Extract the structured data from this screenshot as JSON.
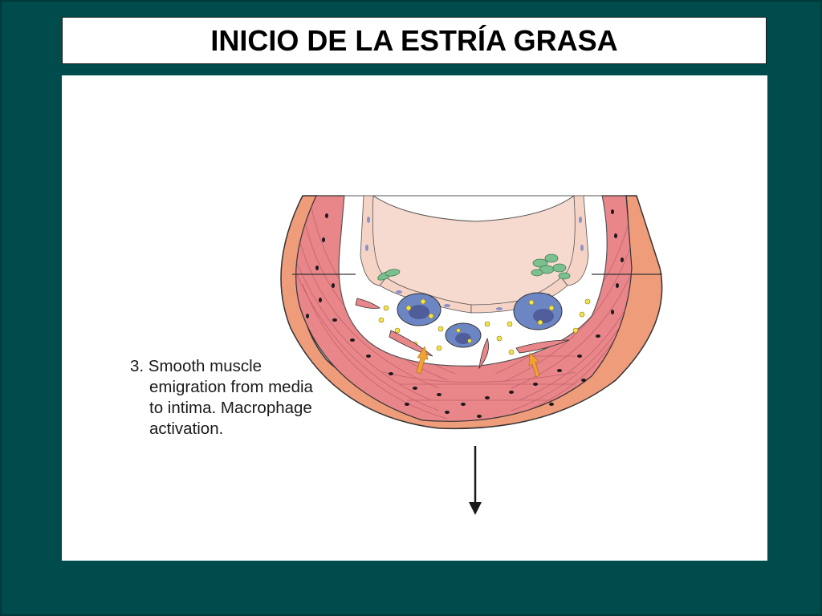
{
  "slide": {
    "title": "INICIO DE LA ESTRÍA GRASA",
    "background_color": "#004b4b"
  },
  "diagram": {
    "caption_lines": [
      "3. Smooth muscle",
      "emigration from media",
      "to intima.  Macrophage",
      "activation."
    ],
    "colors": {
      "adventitia": "#ef9c7a",
      "media": "#e8868a",
      "media_light": "#f2a7a8",
      "endothelium": "#f5d3c5",
      "lumen": "#f6d9cf",
      "macrophage": "#6c86c4",
      "macrophage_nucleus": "#4f5d9b",
      "lipid": "#f3e24a",
      "platelet": "#7cc08f",
      "arrow": "#f0a233",
      "outline": "#333333"
    },
    "icons": [
      "down-arrow-icon",
      "migration-arrow-icon"
    ]
  }
}
